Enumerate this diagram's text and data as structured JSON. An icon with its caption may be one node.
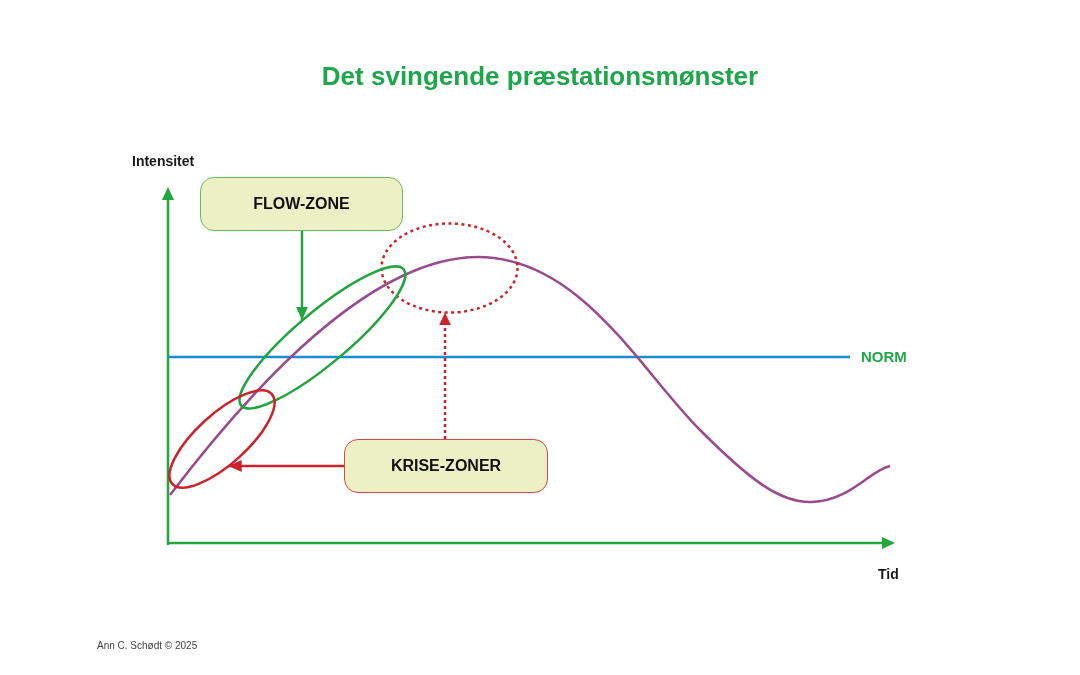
{
  "diagram": {
    "title": "Det svingende præstationsmønster",
    "nodes": [
      {
        "text": [
          "FLOW-ZONE"
        ]
      },
      {
        "text": [],
        "shape": "ellipse"
      },
      {
        "text": [],
        "shape": "ellipse"
      },
      {
        "text": [],
        "shape": "ellipse"
      },
      {
        "text": [
          "KRISE-ZONER"
        ]
      }
    ],
    "edges": [
      {
        "from": 0,
        "to": 2,
        "arrow": "to",
        "color": "#22a53f"
      },
      {
        "from": 4,
        "to": 3,
        "arrow": "to"
      },
      {
        "from": 4,
        "to": 1,
        "arrow": "to",
        "style": "dashed"
      }
    ],
    "labels": [
      "Intensitet",
      "NORM",
      "Tid",
      "Ann C. Schødt © 2025"
    ]
  }
}
